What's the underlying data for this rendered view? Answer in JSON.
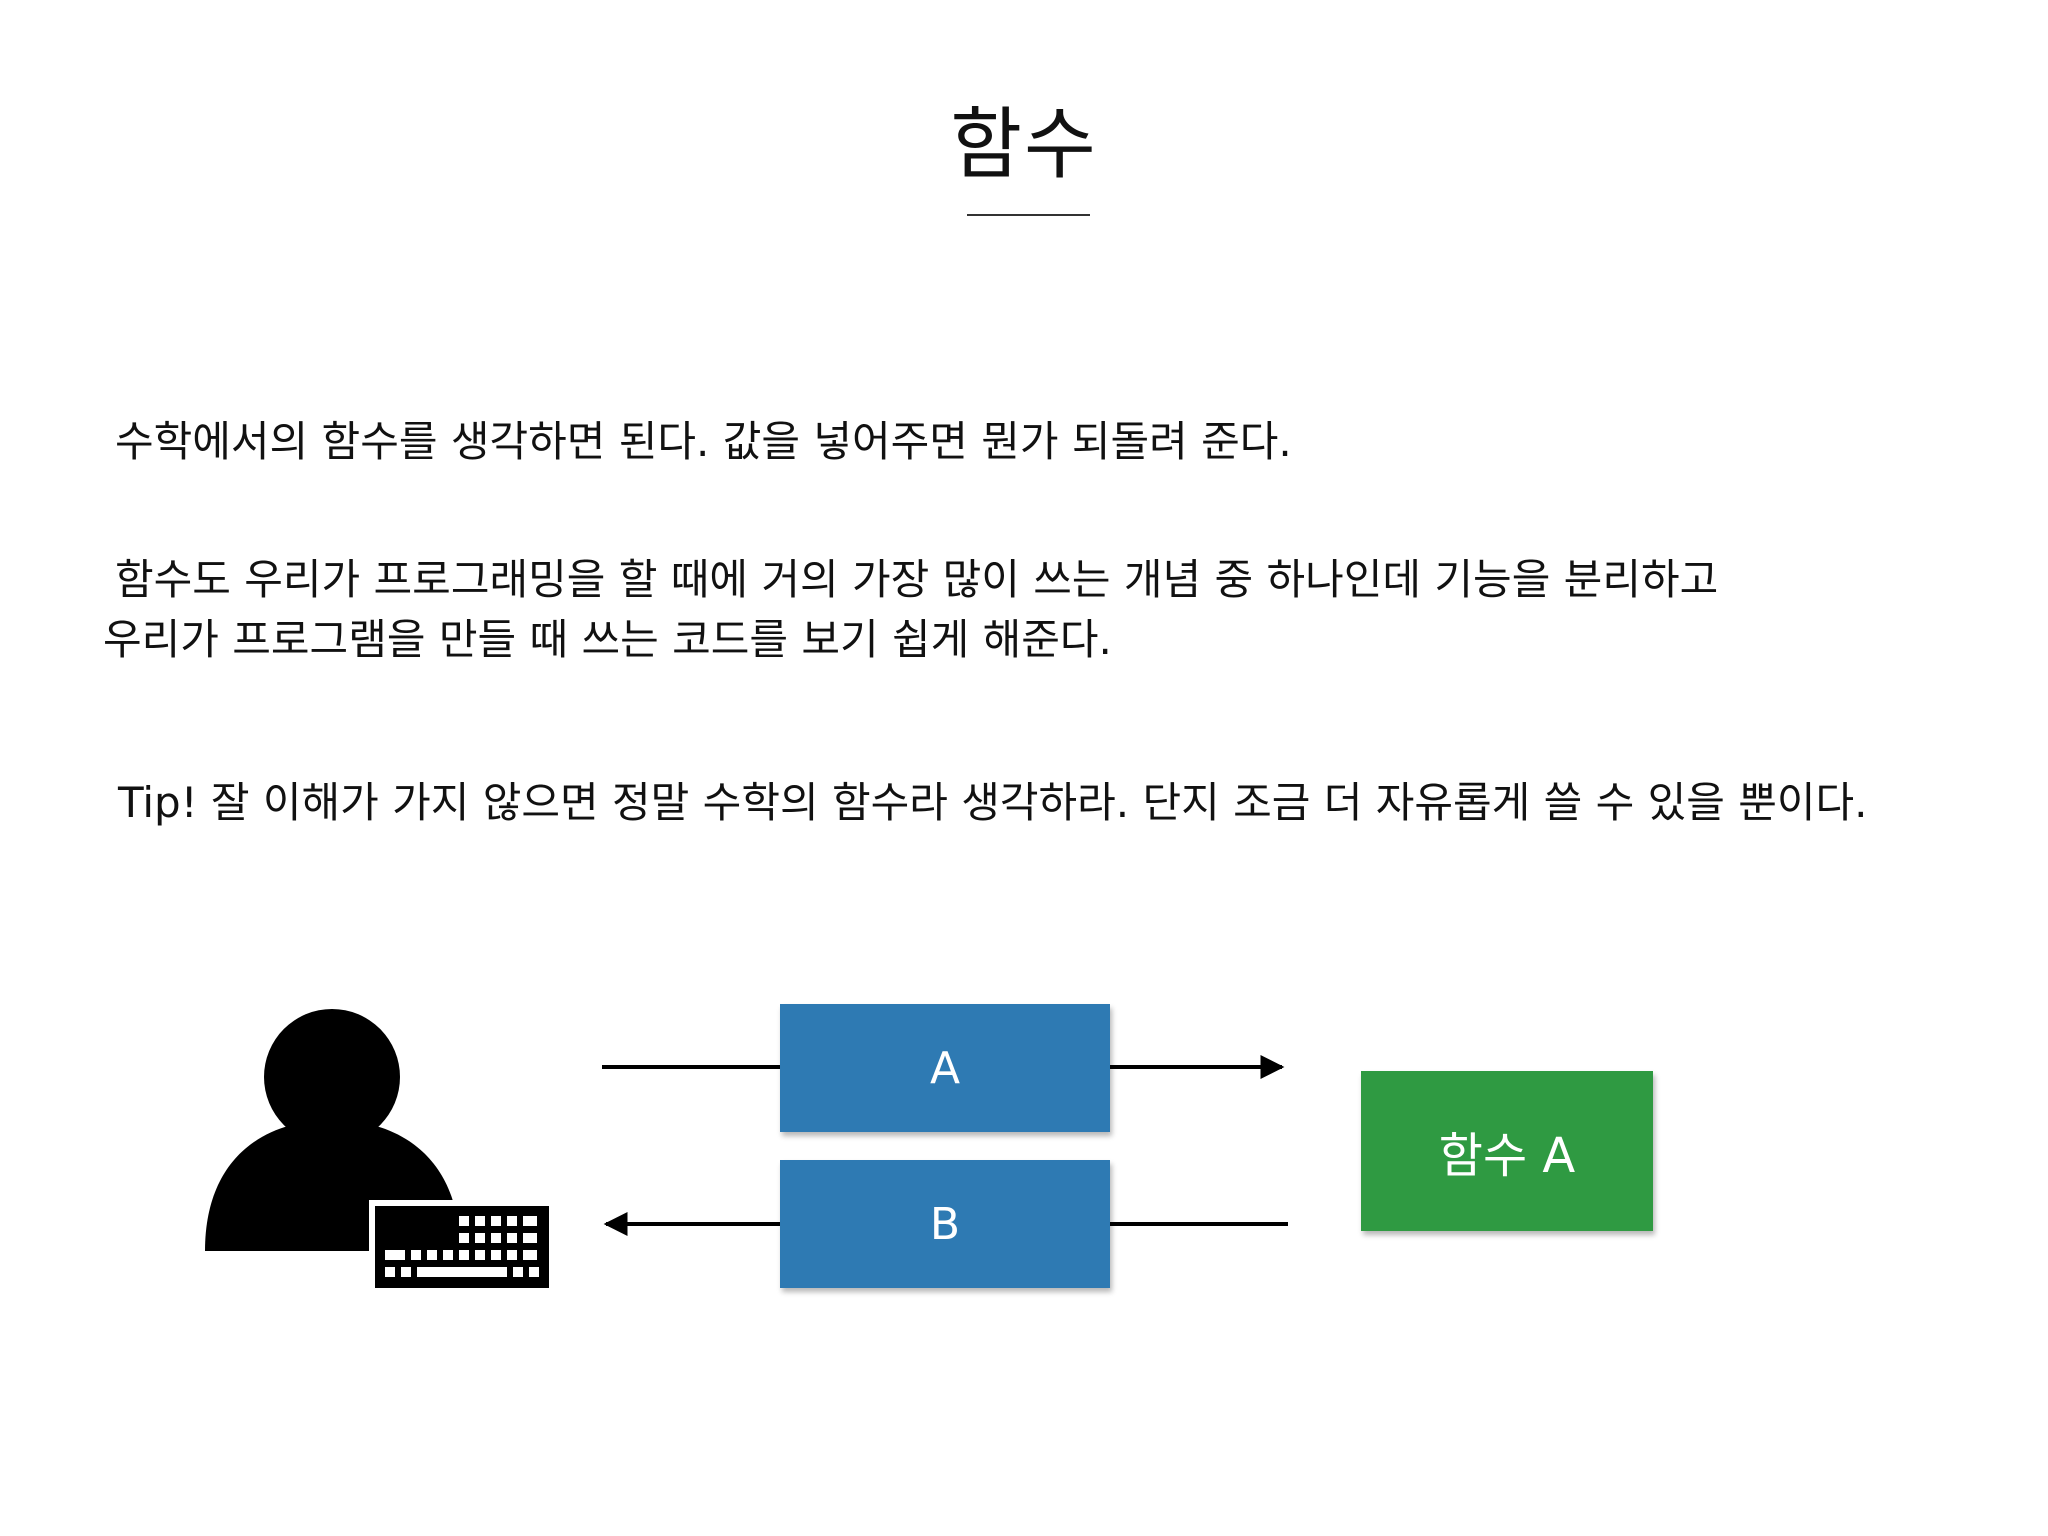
{
  "slide": {
    "title": "함수"
  },
  "paragraphs": {
    "p1": "수학에서의 함수를 생각하면 된다. 값을 넣어주면 뭔가 되돌려 준다.",
    "p2_line1": "함수도 우리가 프로그래밍을 할 때에 거의 가장 많이 쓰는 개념 중 하나인데 기능을 분리하고",
    "p2_line2": "우리가 프로그램을 만들 때 쓰는 코드를 보기 쉽게 해준다.",
    "p3": "Tip! 잘 이해가 가지 않으면 정말 수학의 함수라 생각하라. 단지 조금 더 자유롭게 쓸 수 있을 뿐이다."
  },
  "diagram": {
    "input_box_label": "A",
    "output_box_label": "B",
    "function_box_label": "함수 A",
    "colors": {
      "blue_box": "#2e7ab3",
      "green_box": "#2f9a42",
      "icon": "#000000"
    },
    "icons": [
      "user-at-keyboard-icon"
    ]
  }
}
